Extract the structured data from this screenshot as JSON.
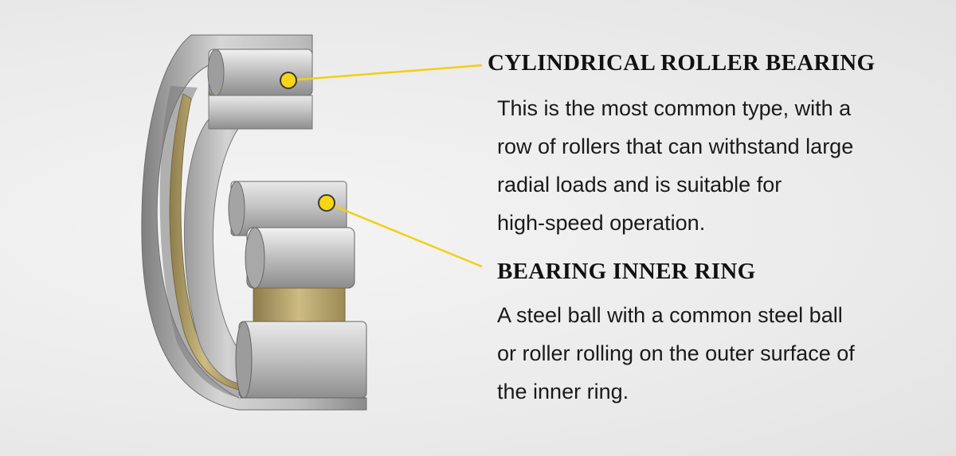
{
  "callouts": [
    {
      "heading": "CYLINDRICAL ROLLER BEARING",
      "lines": [
        "This is the most common type, with a",
        "row of rollers that can withstand large",
        "radial loads and is suitable for",
        "high-speed operation."
      ]
    },
    {
      "heading": "BEARING INNER RING",
      "lines": [
        "A steel ball with a common steel ball",
        "or roller rolling on the outer surface of",
        "the inner ring."
      ]
    }
  ],
  "colors": {
    "leader_line": "#f2cf12",
    "marker_fill": "#f7d615",
    "cage_brass": "#b9a66a",
    "steel": "#b8b8b8"
  }
}
